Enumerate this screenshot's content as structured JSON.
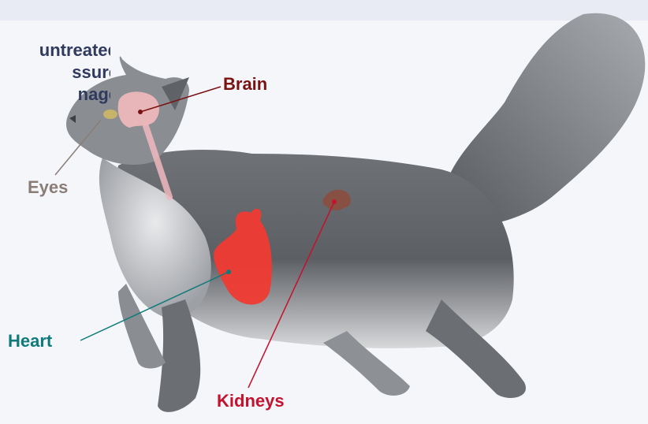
{
  "quote_lines": [
    "untreated",
    "ssure",
    "nage",
    "”"
  ],
  "labels": {
    "brain": "Brain",
    "eyes": "Eyes",
    "heart": "Heart",
    "kidneys": "Kidneys"
  },
  "colors": {
    "background": "#f4f6fa",
    "quote_text": "#2f3a5e",
    "brain_label": "#7a1212",
    "eyes_label": "#8a7d76",
    "heart_label": "#0f7a7a",
    "kidneys_label": "#c4122e",
    "brain_organ": "#f0b8bd",
    "heart_organ": "#f03a32",
    "kidney_organ": "#8e4b3c",
    "cat_fur": "#7a7d82"
  }
}
